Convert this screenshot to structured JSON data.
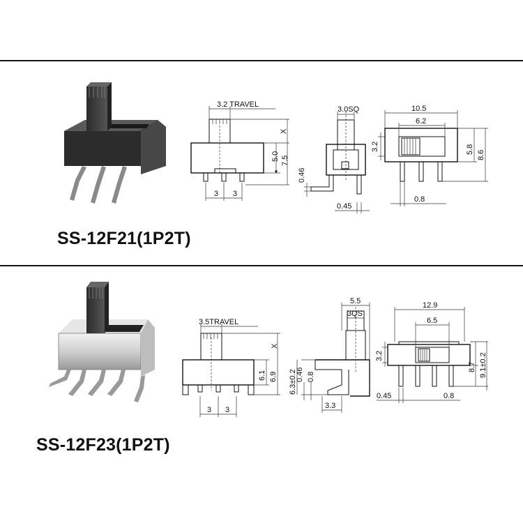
{
  "section1": {
    "title": "SS-12F21(1P2T)",
    "dims": {
      "travel": "3.2  TRAVEL",
      "x": "X",
      "d50": "5.0",
      "d75": "7.5",
      "pitch1": "3",
      "pitch2": "3",
      "sq": "3.0SQ",
      "d046": "0.46",
      "d045": "0.45",
      "w105": "10.5",
      "w62": "6.2",
      "d32": "3.2",
      "d58": "5.8",
      "d86": "8.6",
      "d08": "0.8"
    }
  },
  "section2": {
    "title": "SS-12F23(1P2T)",
    "dims": {
      "travel": "3.5TRAVEL",
      "x": "X",
      "d61": "6.1",
      "d69": "6.9",
      "pitch1": "3",
      "pitch2": "3",
      "w55": "5.5",
      "qs": "3QS",
      "d63": "6.3±0.2",
      "d046": "0.46",
      "d08a": "0.8",
      "d33": "3.3",
      "w129": "12.9",
      "w65": "6.5",
      "d32": "3.2",
      "d87": "8.7",
      "d91": "9.1±0.2",
      "d045": "0.45",
      "d08b": "0.8"
    }
  }
}
